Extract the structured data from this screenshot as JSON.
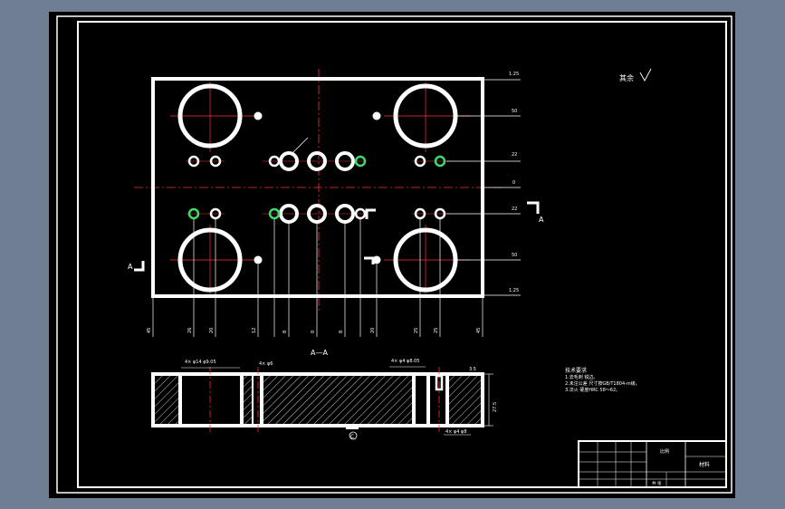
{
  "drawing": {
    "section_label": "A—A",
    "section_marker_left": "A",
    "section_marker_right": "A",
    "roughness_note": "其余",
    "bottom_marker": "C",
    "plan_dims": {
      "right": [
        "1.25",
        "50",
        "22",
        "0",
        "22",
        "50",
        "1.25"
      ],
      "bottom": [
        "45",
        "26",
        "20",
        "12",
        "8",
        "0",
        "8",
        "20",
        "25",
        "25",
        "45"
      ]
    },
    "section_dims": {
      "left_hole": "4× φ14 φ9.05",
      "mid_hole": "4× φ6",
      "right_top": "4× φ4 φ8.05",
      "right_bottom": "4× φ4 φ8",
      "height_top": "3.5",
      "height_side": "27.5"
    },
    "notes": {
      "title": "技术要求",
      "lines": [
        "1.去毛刺 锐边。",
        "2.未注公差 尺寸按GB/T1804-m级。",
        "3.淬火 硬度HRC 58～62。"
      ]
    },
    "title_block": {
      "header": "比例",
      "material": "材料",
      "sheet": "共 张"
    }
  }
}
